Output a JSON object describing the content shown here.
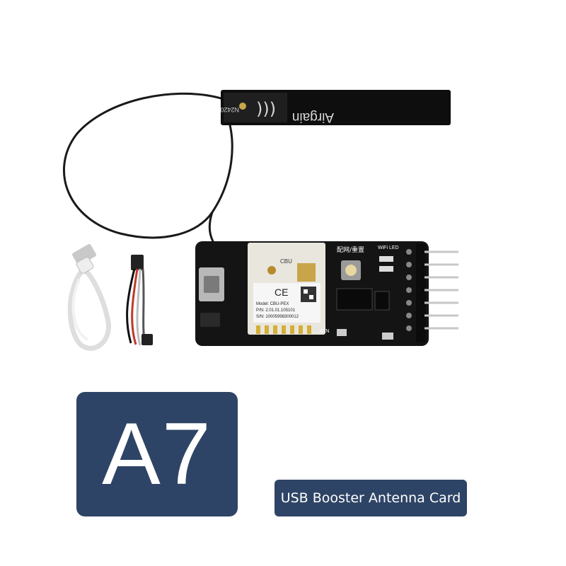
{
  "badge": {
    "label": "A7"
  },
  "caption": {
    "label": "USB Booster Antenna Card"
  },
  "antenna": {
    "brand": "Airgain",
    "model": "N2420"
  },
  "module": {
    "chip_label": "CBU",
    "model_line": "Model: CBU-PEX",
    "pn_line": "P/N: 2.01.01.105101",
    "sn_line": "S/N: 10005998300012",
    "ce_mark": "CE"
  },
  "board": {
    "key_label": "配网/重置",
    "wifi_led_label": "WiFi LED",
    "atn_label": "ATN"
  },
  "colors": {
    "accent": "#2e4466",
    "board": "#141414",
    "cable": "#1a1a1a",
    "usb_cable": "#e8e8e8"
  }
}
